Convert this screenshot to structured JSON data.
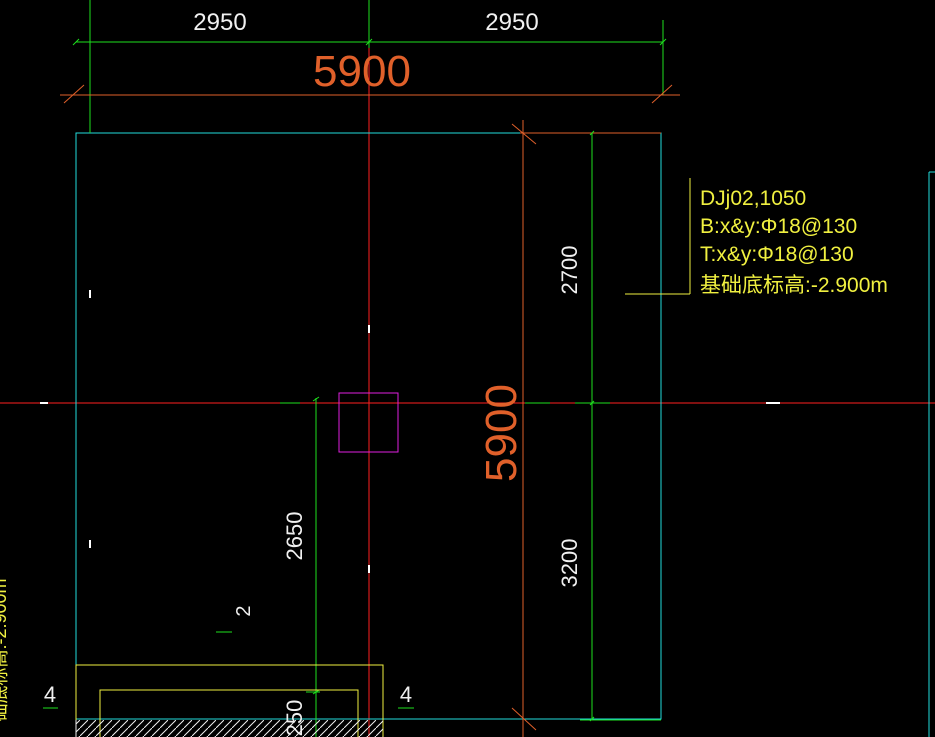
{
  "drawing": {
    "top_dims": [
      "2950",
      "2950"
    ],
    "top_total": "5900",
    "right_total": "5900",
    "right_dims": [
      "2700",
      "3200"
    ],
    "inner_dims": [
      "2650",
      "250"
    ],
    "section_marks": [
      "4",
      "4"
    ],
    "small_mark": "2",
    "annotation": [
      "DJj02,1050",
      "B:x&y:Φ18@130",
      "T:x&y:Φ18@130",
      "基础底标高:-2.900m"
    ],
    "clipped_left_text": "础底标高:-2.900m"
  },
  "colors": {
    "background": "#000000",
    "axis_red": "#ff2020",
    "dim_green": "#1ee01e",
    "outline_cyan": "#22dddd",
    "total_orange": "#e0602a",
    "text_white": "#f0f0f0",
    "annotation_yellow": "#f0f040",
    "column_magenta": "#e020e0"
  }
}
